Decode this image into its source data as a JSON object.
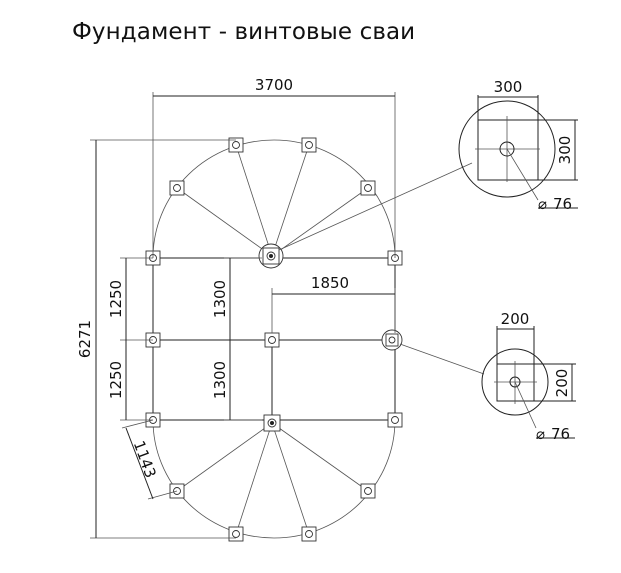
{
  "title": "Фундамент - винтовые сваи",
  "dimensions": {
    "overall_width": "3700",
    "overall_height": "6271",
    "left_upper": "1250",
    "left_lower": "1250",
    "center_upper": "1300",
    "center_lower": "1300",
    "half_width": "1850",
    "diagonal": "1143"
  },
  "detail_large": {
    "width": "300",
    "height": "300",
    "diameter": "76"
  },
  "detail_small": {
    "width": "200",
    "height": "200",
    "diameter": "76"
  },
  "diameter_symbol": "⌀"
}
